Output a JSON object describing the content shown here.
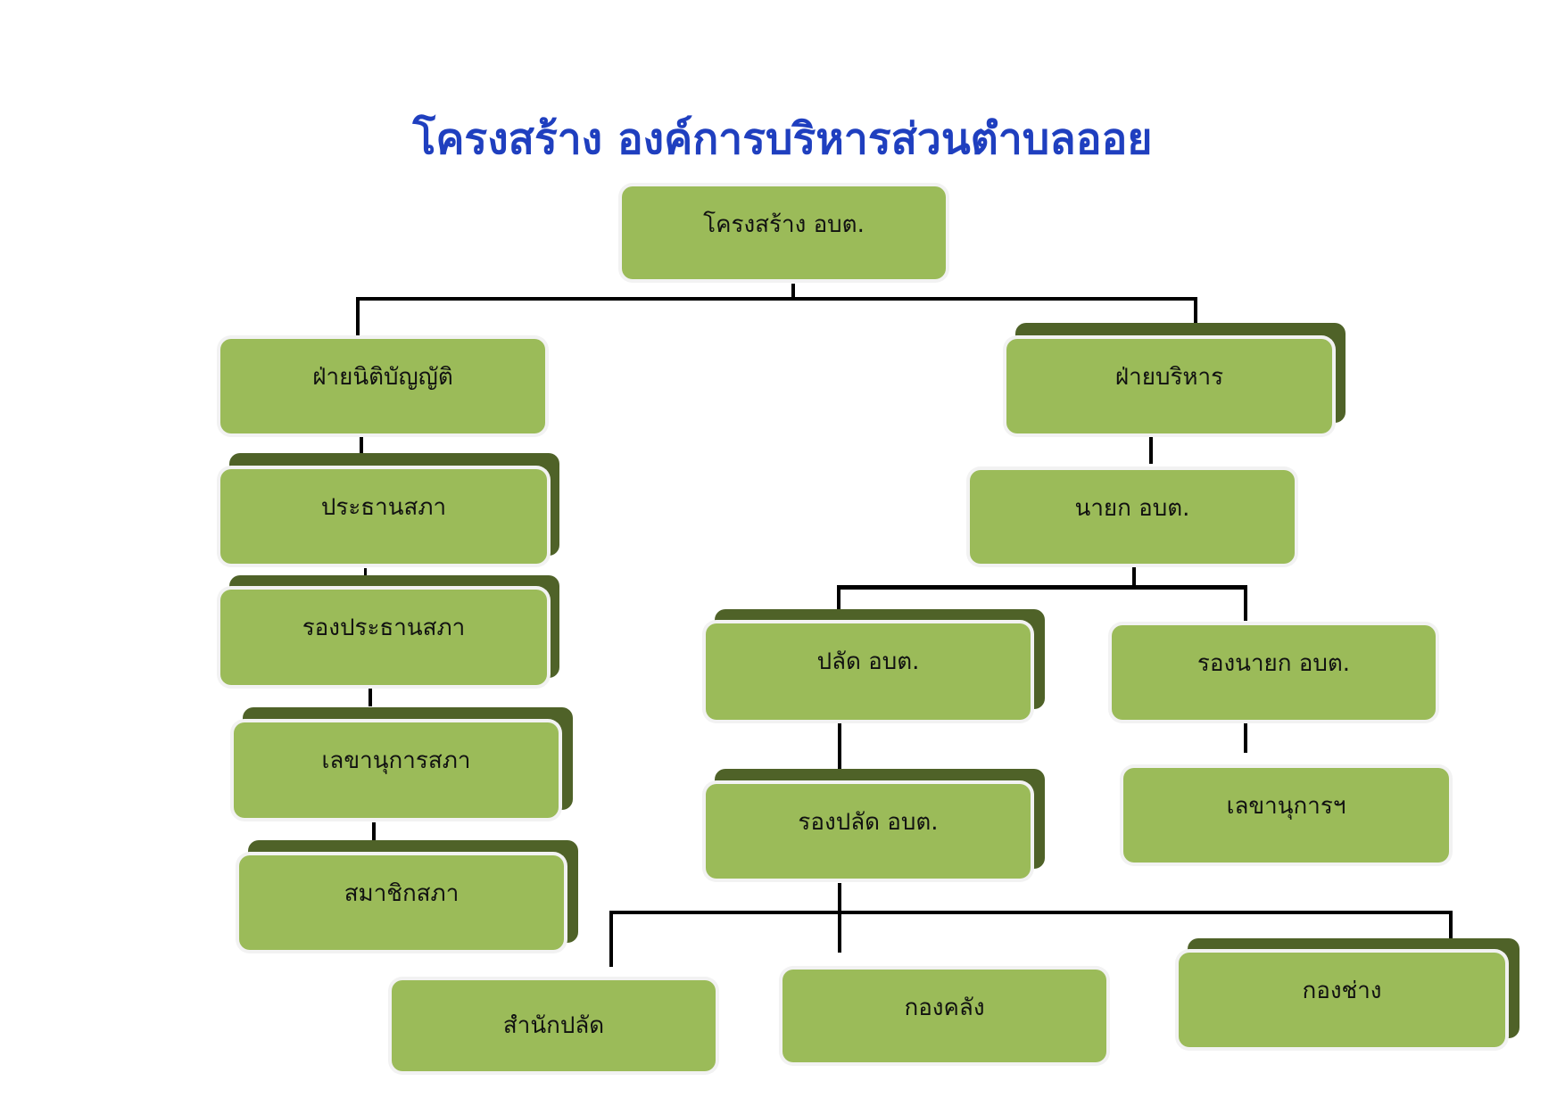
{
  "title": "โครงสร้าง องค์การบริหารส่วนตำบลออย",
  "nodes": {
    "root": "โครงสร้าง  อบต.",
    "legislative": "ฝ่ายนิติบัญญัติ",
    "council_president": "ประธานสภา",
    "council_vice_president": "รองประธานสภา",
    "council_secretary": "เลขานุการสภา",
    "council_members": "สมาชิกสภา",
    "executive": "ฝ่ายบริหาร",
    "mayor": "นายก อบต.",
    "chief_admin": "ปลัด อบต.",
    "deputy_mayor": "รองนายก อบต.",
    "deputy_chief_admin": "รองปลัด อบต.",
    "mayor_secretary": "เลขานุการฯ",
    "office_of_chief": "สำนักปลัด",
    "finance_division": "กองคลัง",
    "engineering_division": "กองช่าง"
  },
  "colors": {
    "box": "#9bbb59",
    "shadow": "#4f6228",
    "title": "#1f3fbf"
  }
}
